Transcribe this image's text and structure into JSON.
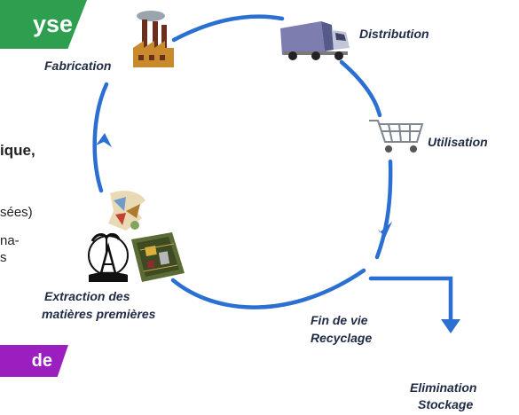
{
  "colors": {
    "cycle": "#2a6fd1",
    "tag_green": "#2e9e4f",
    "tag_purple": "#9b1fbf",
    "label": "#1f2a44"
  },
  "tags": {
    "top": "yse",
    "bottom": "de"
  },
  "left_text": {
    "line1": "ique,",
    "line2": "sées)",
    "line3": "na-",
    "line4": "s"
  },
  "stages": {
    "fabrication": "Fabrication",
    "distribution": "Distribution",
    "utilisation": "Utilisation",
    "fin_de_vie_1": "Fin de vie",
    "fin_de_vie_2": "Recyclage",
    "extraction_1": "Extraction des",
    "extraction_2": "matières premières",
    "elimination_1": "Elimination",
    "elimination_2": "Stockage"
  },
  "icons": {
    "fabrication": "factory-icon",
    "distribution": "truck-icon",
    "utilisation": "shopping-cart-icon",
    "extraction": "oil-derrick-icon",
    "materials": "raw-materials-icon",
    "circuit": "circuit-board-icon"
  }
}
